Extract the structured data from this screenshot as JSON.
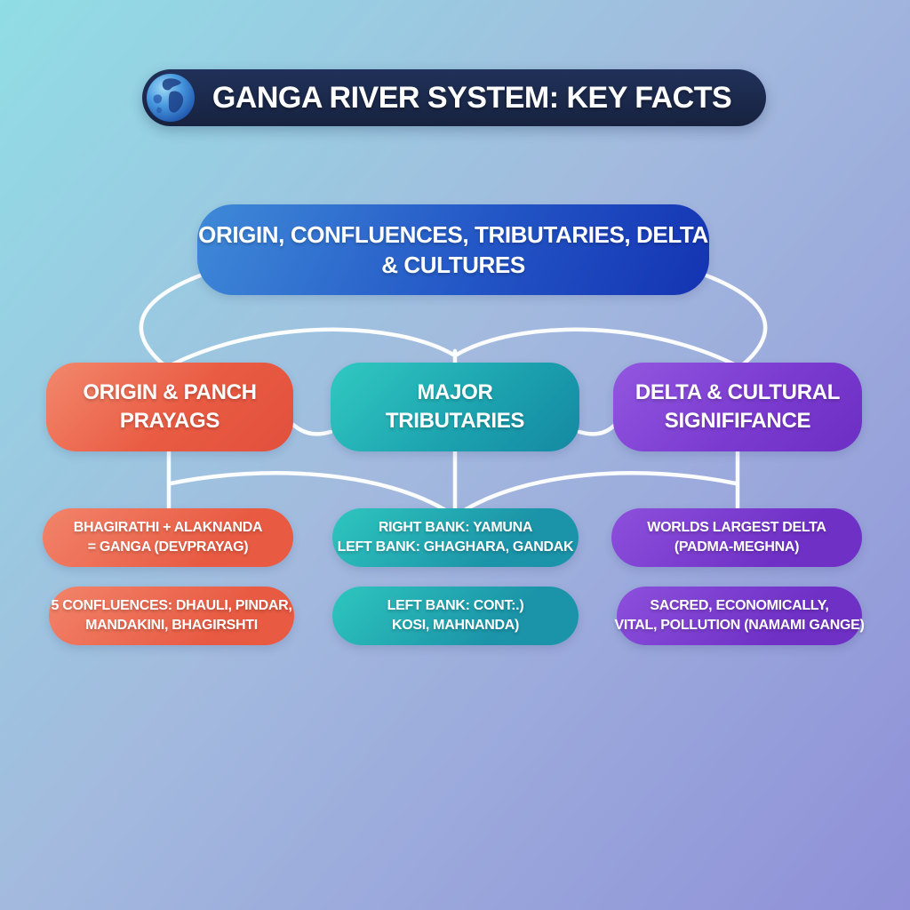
{
  "header": {
    "title": "GANGA RIVER SYSTEM: KEY FACTS",
    "icon": "globe-icon"
  },
  "root": {
    "lines": [
      "ORIGIN, CONFLUENCES, TRIBUTARIES, DELTA",
      "& CULTURES"
    ]
  },
  "branches": [
    {
      "id": "origin-panch-prayags",
      "label_lines": [
        "ORIGIN & PANCH",
        "PRAYAGS"
      ],
      "color": "#e8593f",
      "leaves": [
        {
          "lines": [
            "BHAGIRATHI + ALAKNANDA",
            "= GANGA (DEVPRAYAG)"
          ]
        },
        {
          "lines": [
            "5 CONFLUENCES: DHAULI, PINDAR,",
            "MANDAKINI, BHAGIRSHTI"
          ]
        }
      ]
    },
    {
      "id": "major-tributaries",
      "label_lines": [
        "MAJOR",
        "TRIBUTARIES"
      ],
      "color": "#1b9cab",
      "leaves": [
        {
          "lines": [
            "RIGHT BANK: YAMUNA",
            "LEFT BANK: GHAGHARA, GANDAK"
          ]
        },
        {
          "lines": [
            "LEFT BANK: CONT:.)",
            "KOSI, MAHNANDA)"
          ]
        }
      ]
    },
    {
      "id": "delta-cultural-significance",
      "label_lines": [
        "DELTA & CULTURAL",
        "SIGNIFIFANCE"
      ],
      "color": "#7637cd",
      "leaves": [
        {
          "lines": [
            "WORLDS LARGEST DELTA",
            "(PADMA-MEGHNA)"
          ]
        },
        {
          "lines": [
            "SACRED, ECONOMICALLY,",
            "VITAL, POLLUTION (NAMAMI GANGE)"
          ]
        }
      ]
    }
  ],
  "colors": {
    "background_start": "#90dde5",
    "background_mid": "#a3bade",
    "background_end": "#8f90d8",
    "title_bar": "#17223f",
    "root_node_start": "#3f8ad8",
    "root_node_end": "#1433b2",
    "connector": "#ffffff",
    "text": "#ffffff"
  }
}
